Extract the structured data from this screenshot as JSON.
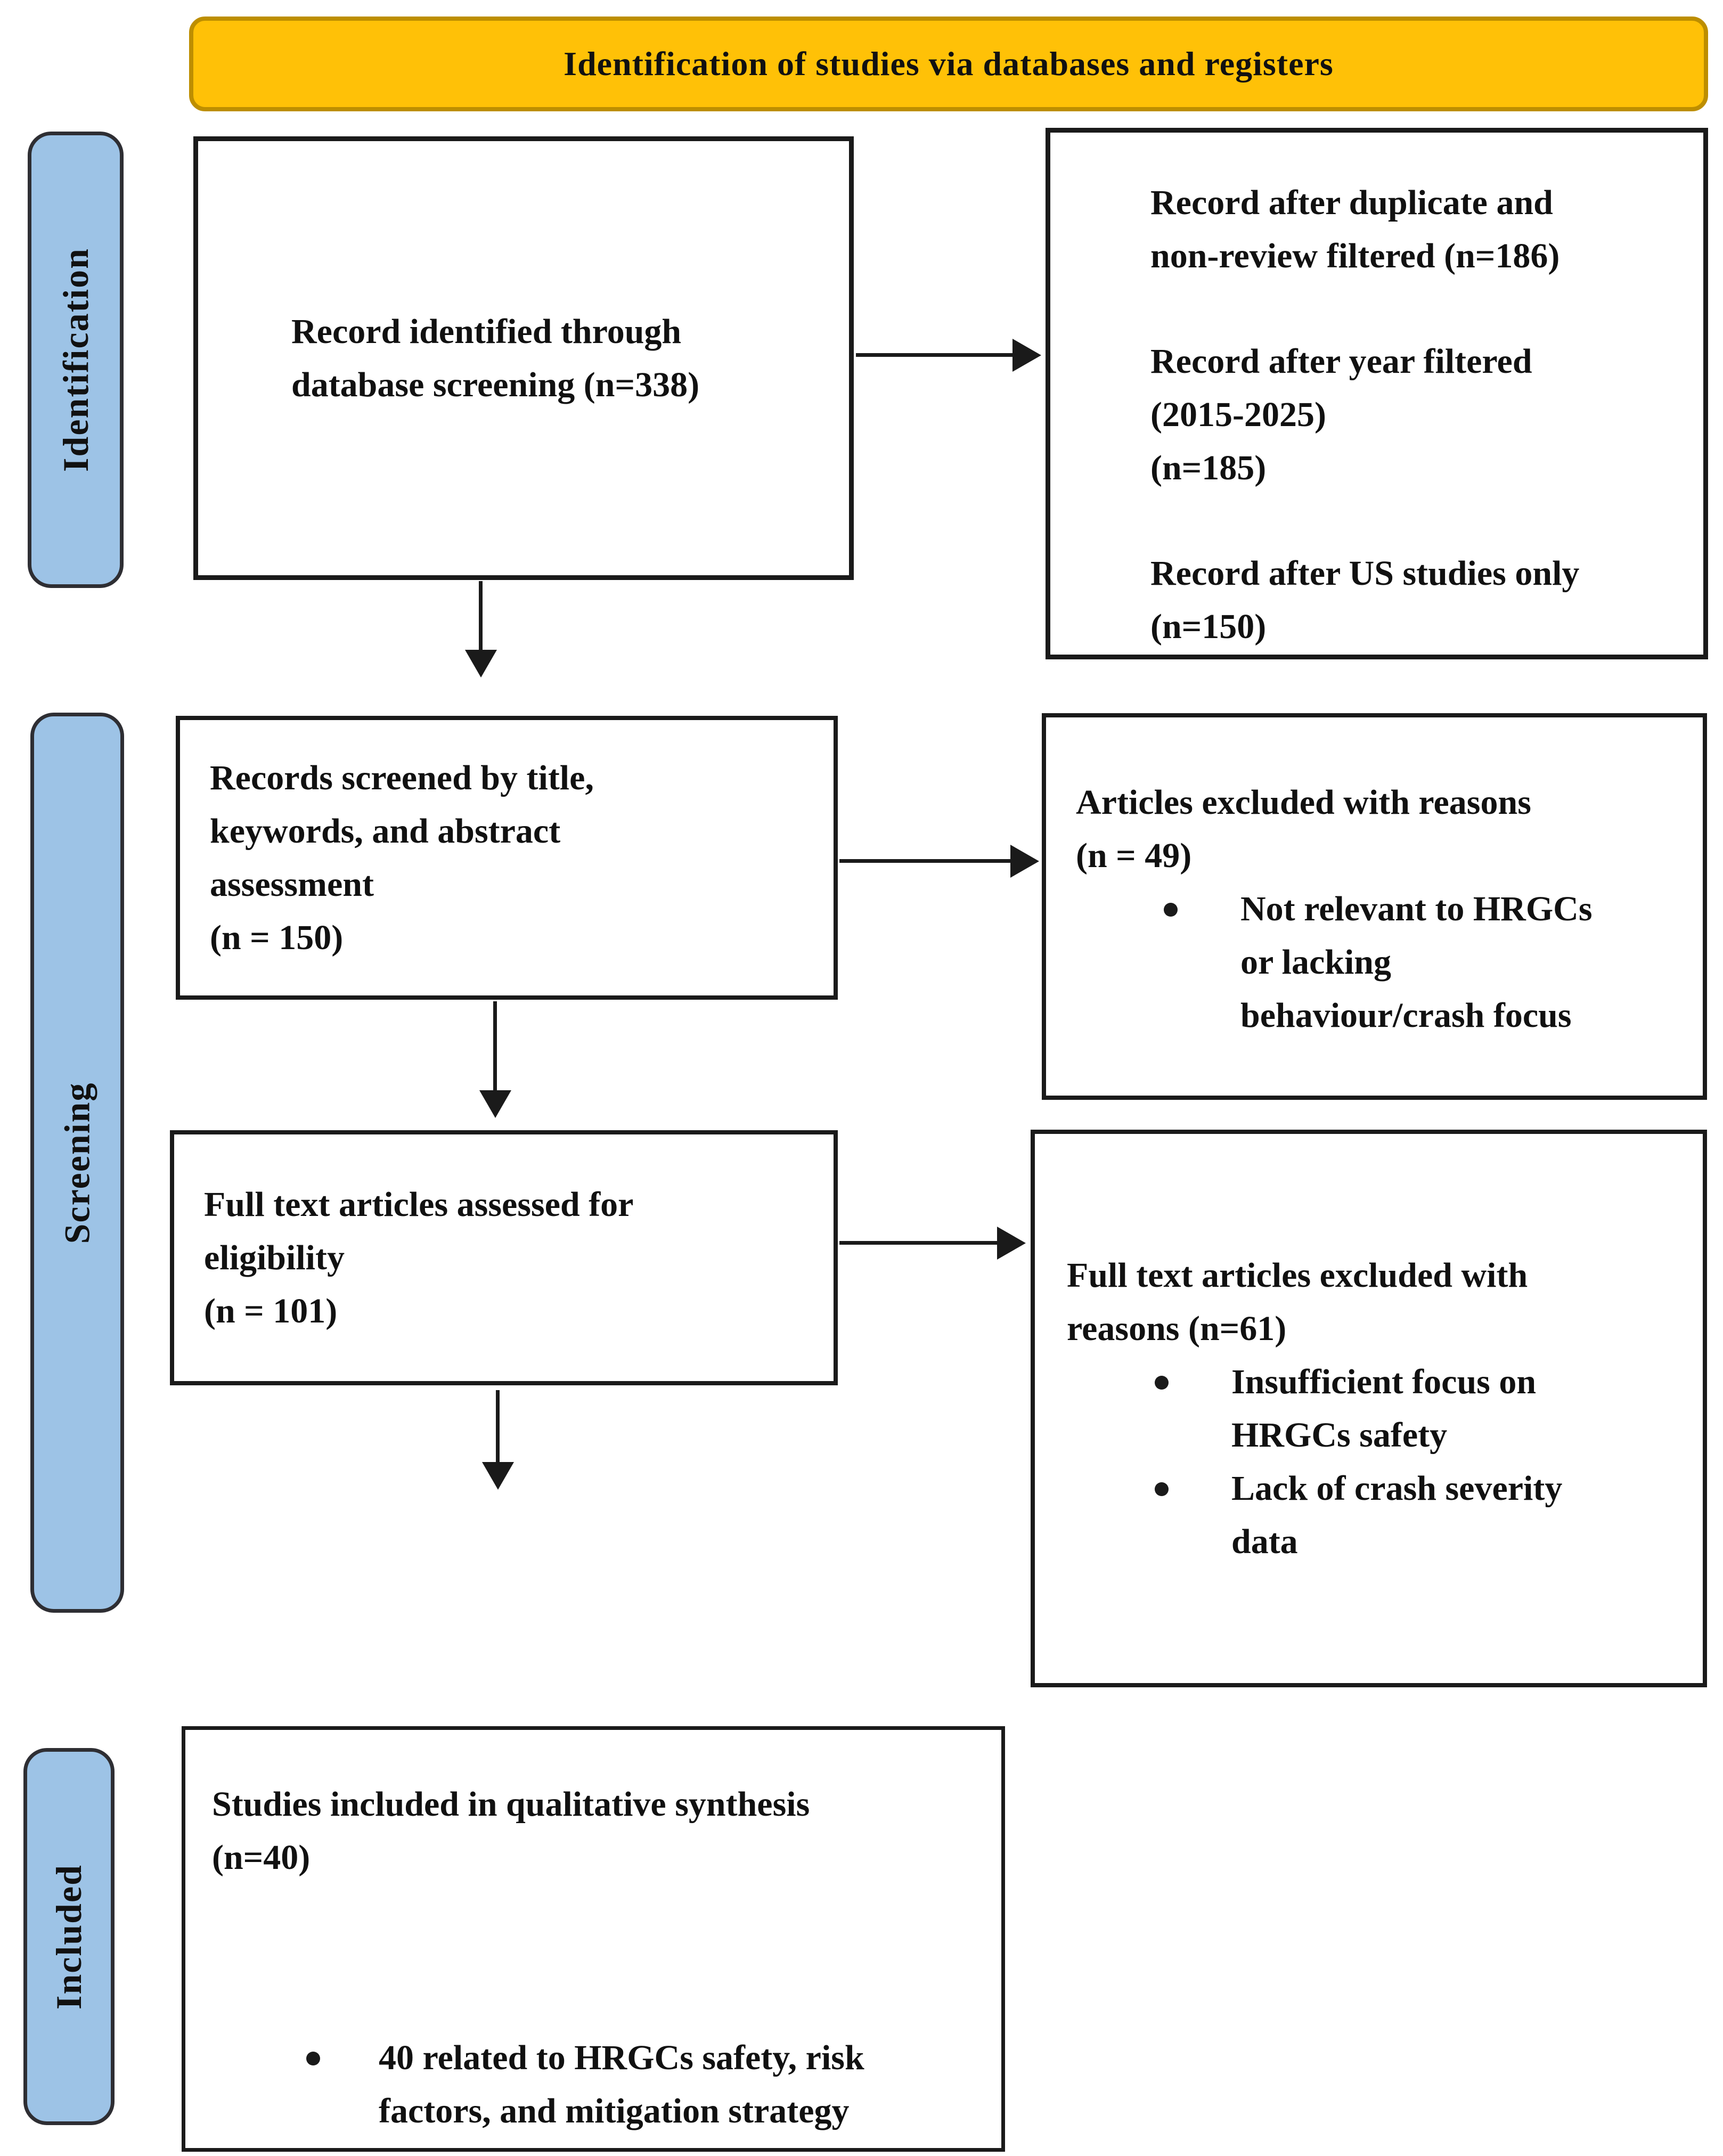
{
  "header": {
    "title": "Identification of studies via databases and registers"
  },
  "stages": [
    {
      "label": "Identification"
    },
    {
      "label": "Screening"
    },
    {
      "label": "Included"
    }
  ],
  "boxes": {
    "identified": {
      "lines": [
        "Record identified through",
        "database screening (n=338)"
      ]
    },
    "filtered": {
      "para1": {
        "lines": [
          "Record after duplicate and",
          "non-review filtered (n=186)"
        ]
      },
      "para2": {
        "lines": [
          "Record after year filtered",
          "(2015-2025)",
          "(n=185)"
        ]
      },
      "para3": {
        "lines": [
          "Record after US studies only",
          "(n=150)"
        ]
      }
    },
    "screened": {
      "lines": [
        "Records screened by title,",
        "keywords, and abstract",
        "assessment",
        "(n = 150)"
      ]
    },
    "excluded1": {
      "lines": [
        "Articles excluded with reasons",
        "(n = 49)"
      ],
      "bullet1": {
        "lines": [
          "Not relevant to HRGCs",
          "or lacking",
          "behaviour/crash focus"
        ]
      }
    },
    "fulltext": {
      "lines": [
        "Full text articles assessed for",
        "eligibility",
        "(n = 101)"
      ]
    },
    "excluded2": {
      "lines": [
        "Full text articles excluded with",
        "reasons (n=61)"
      ],
      "bullet1": {
        "lines": [
          "Insufficient focus on",
          "HRGCs safety"
        ]
      },
      "bullet2": {
        "lines": [
          "Lack of crash severity",
          "data"
        ]
      }
    },
    "included": {
      "lines": [
        "Studies included in qualitative synthesis",
        "(n=40)"
      ],
      "bullet1": {
        "lines": [
          "40 related to HRGCs safety, risk",
          "factors, and mitigation strategy"
        ]
      }
    }
  },
  "colors": {
    "header_fill": "#FFC107",
    "header_border": "#BD8E00",
    "stage_fill": "#9DC3E6",
    "stage_border": "#2E2E33",
    "box_border": "#1A1A1A",
    "arrow": "#1A1A1A"
  }
}
